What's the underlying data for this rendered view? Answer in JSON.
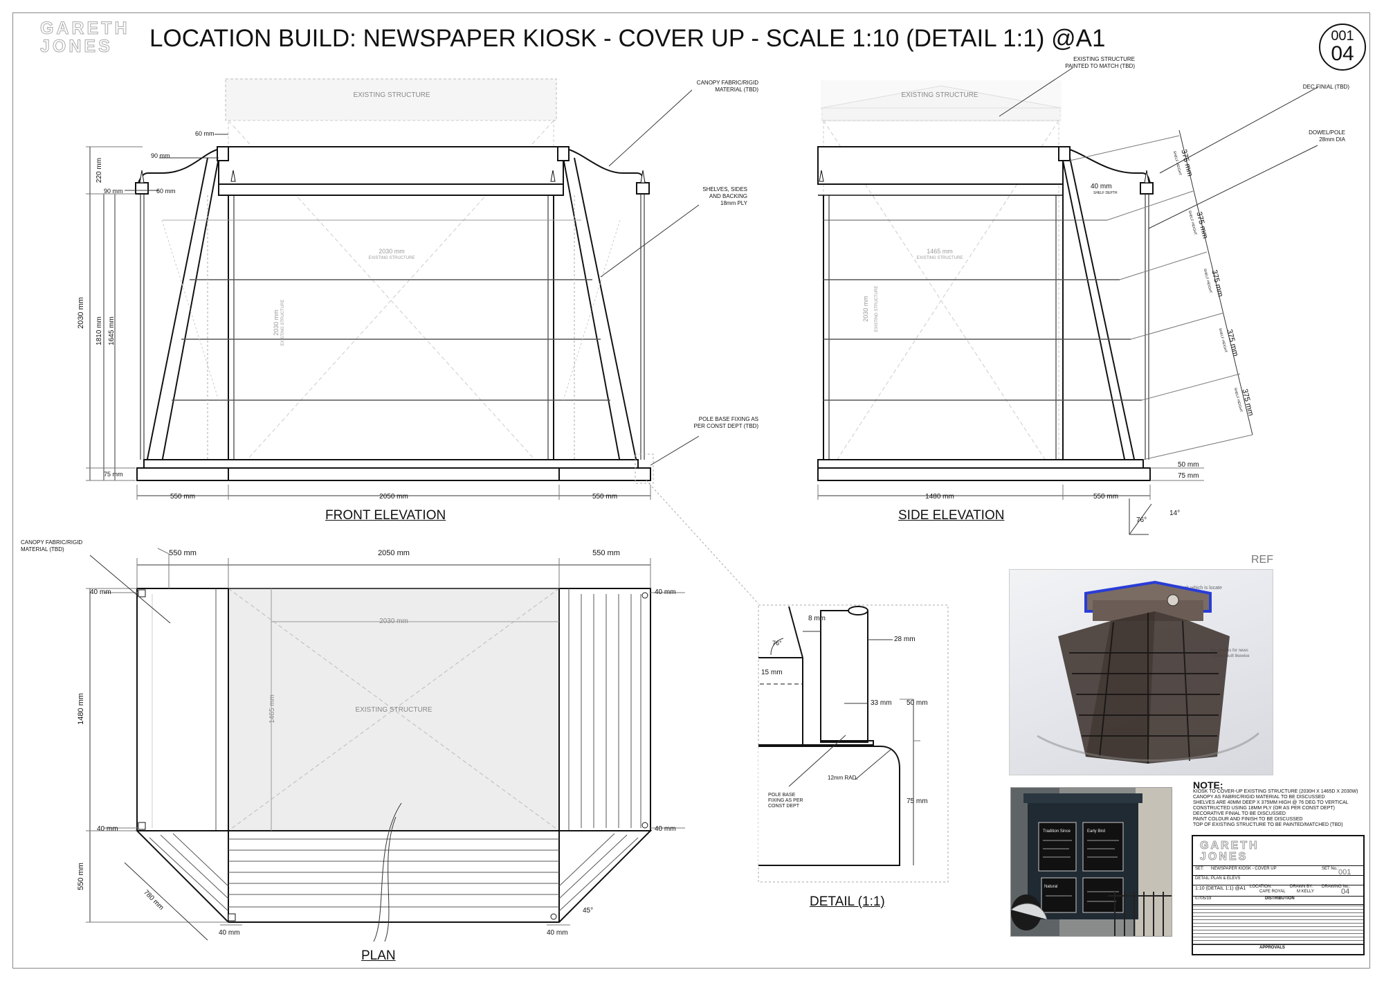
{
  "header": {
    "logo_line1": "GARETH",
    "logo_line2": "JONES",
    "title": "LOCATION BUILD: NEWSPAPER KIOSK - COVER UP  - SCALE 1:10 (DETAIL 1:1) @A1",
    "sheet_top": "001",
    "sheet_bottom": "04"
  },
  "front_elevation": {
    "label": "FRONT  ELEVATION",
    "existing": "EXISTING STRUCTURE",
    "center_dim": "2030 mm",
    "center_sub": "EXISTING STRUCTURE",
    "vert_dim": "2030 mm",
    "vert_sub": "EXISTING STRUCTURE",
    "dims": {
      "d60": "60 mm",
      "d90a": "90 mm",
      "d90b": "90 mm",
      "d60b": "60 mm",
      "d220": "220 mm",
      "d2030": "2030 mm",
      "d1810": "1810 mm",
      "d1645": "1645 mm",
      "d75": "75 mm",
      "b550l": "550 mm",
      "b2050": "2050 mm",
      "b550r": "550 mm"
    },
    "callouts": {
      "canopy1": "CANOPY FABRIC/RIGID",
      "canopy2": "MATERIAL (TBD)",
      "shelves1": "SHELVES, SIDES",
      "shelves2": "AND BACKING",
      "shelves3": "18mm PLY",
      "pole1": "POLE BASE FIXING AS",
      "pole2": "PER CONST DEPT (TBD)"
    }
  },
  "side_elevation": {
    "label": "SIDE ELEVATION",
    "existing": "EXISTING STRUCTURE",
    "center_dim": "1465 mm",
    "center_sub": "EXISTING STRUCTURE",
    "vert_dim": "2030 mm",
    "vert_sub": "EXISTING STRUCTURE",
    "shelf_depth": "40 mm",
    "shelf_depth_sub": "SHELF DEPTH",
    "shelf_dims": [
      "375 mm",
      "375 mm",
      "375 mm",
      "375 mm",
      "375 mm"
    ],
    "shelf_sub": "SHELF HEIGHT",
    "d50": "50 mm",
    "d75": "75 mm",
    "b1480": "1480 mm",
    "b550": "550 mm",
    "ang76": "76°",
    "ang14": "14°",
    "callouts": {
      "exist1": "EXISTING STRUCTURE",
      "exist2": "PAINTED TO MATCH (TBD)",
      "finial": "DEC FINIAL (TBD)",
      "dowel1": "DOWEL/POLE",
      "dowel2": "28mm DIA"
    }
  },
  "plan": {
    "label": "PLAN",
    "existing": "EXISTING STRUCTURE",
    "canopy1": "CANOPY FABRIC/RIGID",
    "canopy2": "MATERIAL (TBD)",
    "t550l": "550 mm",
    "t2050": "2050 mm",
    "t550r": "550 mm",
    "inner2030": "2030 mm",
    "inner1465": "1465 mm",
    "v1480": "1480 mm",
    "v550": "550 mm",
    "c40a": "40 mm",
    "c40b": "40 mm",
    "c40c": "40 mm",
    "c40d": "40 mm",
    "c40e": "40 mm",
    "c40f": "40 mm",
    "diag": "780 mm",
    "ang45": "45°"
  },
  "detail": {
    "label": "DETAIL (1:1)",
    "d8": "8 mm",
    "d28": "28 mm",
    "ang76": "76°",
    "d15": "15 mm",
    "d33": "33 mm",
    "d50": "50 mm",
    "d75": "75 mm",
    "rad": "12mm RAD.",
    "pole1": "POLE BASE",
    "pole2": "FIXING AS PER",
    "pole3": "CONST DEPT"
  },
  "ref": {
    "label": "REF",
    "sketch_note1": "the top - part of kiosk which is locate",
    "sketch_note2": "the shelves for news",
    "sketch_note3": "+ books built likewise",
    "sign1": "Tradition Since",
    "sign2": "Early Bird",
    "sign3": "Natural"
  },
  "notes": {
    "heading": "NOTE:",
    "lines": [
      "KIOSK TO COVER-UP EXISTING STRUCTURE (2030H X 1465D X 2030W)",
      "CANOPY AS FABRIC/RIGID MATERIAL TO BE DISCUSSED",
      "SHELVES ARE 40MM DEEP X 375MM HIGH @ 76 DEG TO VERTICAL",
      "CONSTRUCTED USING 18MM PLY (OR AS PER CONST DEPT)",
      "DECORATIVE FINIAL TO BE DISCUSSED",
      "PAINT COLOUR AND FINISH TO BE DISCUSSED",
      "TOP OF EXISTING STRUCTURE TO BE PAINTED/MATCHED (TBD)"
    ]
  },
  "title_block": {
    "logo1": "GARETH",
    "logo2": "JONES",
    "set_label": "SET:",
    "set_value": "NEWSPAPER KIOSK - COVER UP",
    "set_no_label": "SET No.:",
    "set_no": "001",
    "detail_label": "DETAIL:",
    "detail_value": "PLAN & ELEVS",
    "scale_value": "1:10 (DETAIL 1:1) @A1",
    "location_label": "LOCATION:",
    "location_value": "CAFE ROYAL",
    "drawn_label": "DRAWN BY:",
    "drawn_value": "M KELLY",
    "drawing_no_label": "DRAWING No.:",
    "drawing_no": "04",
    "date_value": "07/05/19",
    "approvals": "APPROVALS",
    "distribution": "DISTRIBUTION"
  }
}
